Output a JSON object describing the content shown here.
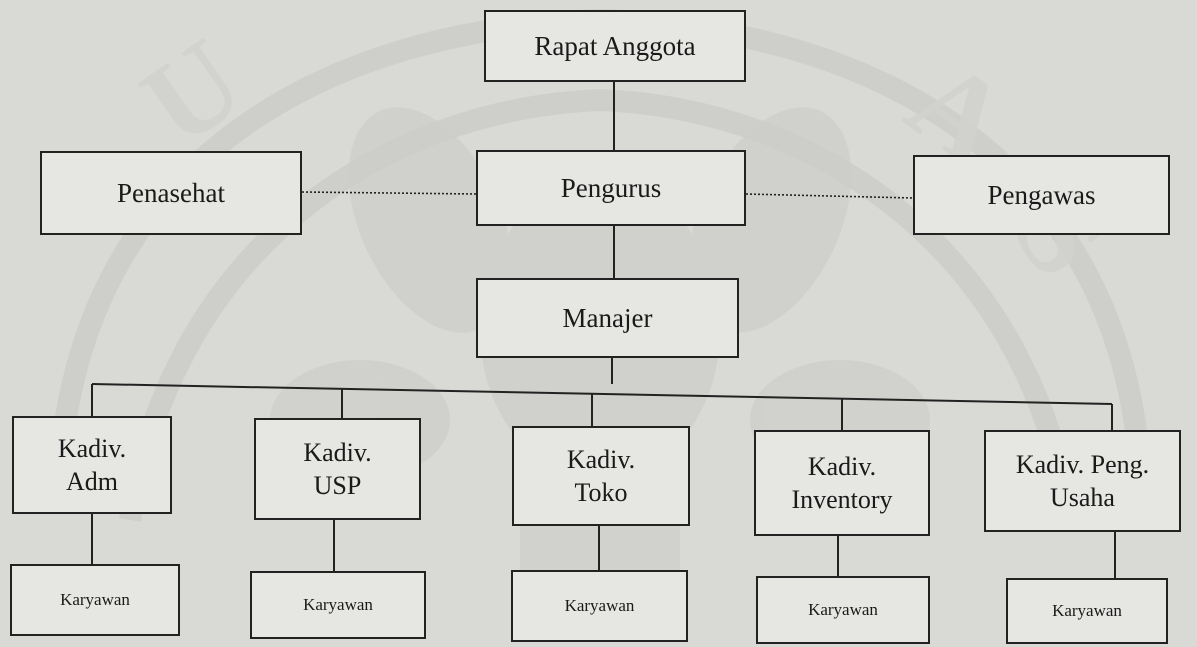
{
  "diagram": {
    "nodes": {
      "rapat_anggota": "Rapat Anggota",
      "penasehat": "Penasehat",
      "pengurus": "Pengurus",
      "pengawas": "Pengawas",
      "manajer": "Manajer",
      "kadiv_adm": "Kadiv.\nAdm",
      "kadiv_usp": "Kadiv.\nUSP",
      "kadiv_toko": "Kadiv.\nToko",
      "kadiv_inventory": "Kadiv.\nInventory",
      "kadiv_peng_usaha": "Kadiv. Peng.\nUsaha",
      "karyawan_adm": "Karyawan",
      "karyawan_usp": "Karyawan",
      "karyawan_toko": "Karyawan",
      "karyawan_inventory": "Karyawan",
      "karyawan_peng_usaha": "Karyawan"
    },
    "edges": [
      {
        "from": "rapat_anggota",
        "to": "pengurus",
        "style": "solid"
      },
      {
        "from": "penasehat",
        "to": "pengurus",
        "style": "dotted"
      },
      {
        "from": "pengurus",
        "to": "pengawas",
        "style": "dotted"
      },
      {
        "from": "pengurus",
        "to": "manajer",
        "style": "solid"
      },
      {
        "from": "manajer",
        "to": "kadiv_adm",
        "style": "solid"
      },
      {
        "from": "manajer",
        "to": "kadiv_usp",
        "style": "solid"
      },
      {
        "from": "manajer",
        "to": "kadiv_toko",
        "style": "solid"
      },
      {
        "from": "manajer",
        "to": "kadiv_inventory",
        "style": "solid"
      },
      {
        "from": "manajer",
        "to": "kadiv_peng_usaha",
        "style": "solid"
      },
      {
        "from": "kadiv_adm",
        "to": "karyawan_adm",
        "style": "solid"
      },
      {
        "from": "kadiv_usp",
        "to": "karyawan_usp",
        "style": "solid"
      },
      {
        "from": "kadiv_toko",
        "to": "karyawan_toko",
        "style": "solid"
      },
      {
        "from": "kadiv_inventory",
        "to": "karyawan_inventory",
        "style": "solid"
      },
      {
        "from": "kadiv_peng_usaha",
        "to": "karyawan_peng_usaha",
        "style": "solid"
      }
    ],
    "colors": {
      "background": "#d9d9d6",
      "box_fill": "#e6e6e3",
      "line": "#222222",
      "watermark": "#c9c9c5"
    }
  }
}
